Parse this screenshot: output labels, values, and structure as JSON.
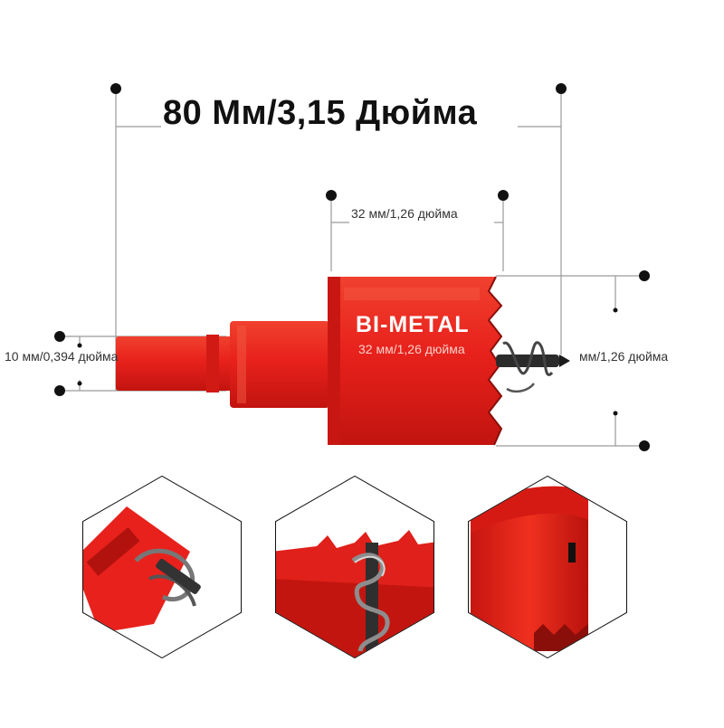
{
  "title": "80 Мм/3,15 Дюйма",
  "dimensions": {
    "top": "32 мм/1,26 дюйма",
    "left": "10 мм/0,394 дюйма",
    "right": "мм/1,26 дюйма",
    "body_overlay": "32 мм/1,26 дюйма"
  },
  "product": {
    "brand_label": "BI-METAL",
    "color": "#e8211c"
  }
}
